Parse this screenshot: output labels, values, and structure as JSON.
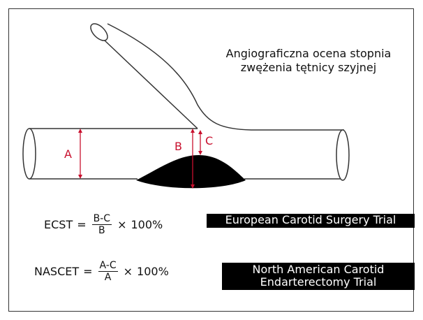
{
  "title": {
    "line1": "Angiograficzna ocena stopnia",
    "line2": "zwężenia tętnicy szyjnej"
  },
  "diagram": {
    "labels": {
      "a": "A",
      "b": "B",
      "c": "C"
    },
    "colors": {
      "measure": "#c8102e",
      "plaque": "#000000",
      "outline": "#333333"
    }
  },
  "formulas": [
    {
      "lhs": "ECST",
      "eq": "=",
      "numerator": "B-C",
      "denominator": "B",
      "times": "×",
      "percent": "100%",
      "trial_line1": "European Carotid Surgery Trial",
      "trial_line2": ""
    },
    {
      "lhs": "NASCET",
      "eq": "=",
      "numerator": "A-C",
      "denominator": "A",
      "times": "×",
      "percent": "100%",
      "trial_line1": "North American Carotid",
      "trial_line2": "Endarterectomy Trial"
    }
  ]
}
